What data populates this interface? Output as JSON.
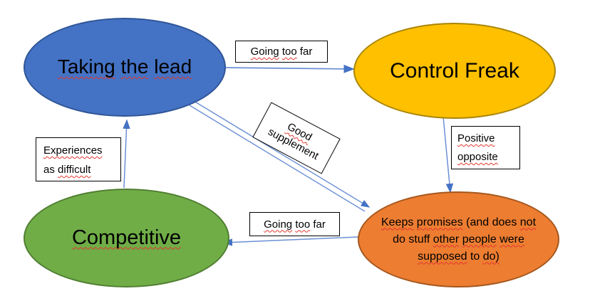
{
  "diagram": {
    "nodes": {
      "taking_lead": {
        "fill": "#4472C4",
        "border": "#2F5597",
        "segments": [
          {
            "text": "Taking",
            "sq": true
          },
          {
            "text": " "
          },
          {
            "text": "the",
            "sq": true
          },
          {
            "text": " "
          },
          {
            "text": "lead",
            "sq": true
          }
        ]
      },
      "control_freak": {
        "fill": "#FFC000",
        "border": "#A98607",
        "segments": [
          {
            "text": "Control Freak"
          }
        ]
      },
      "competitive": {
        "fill": "#70AD47",
        "border": "#507E32",
        "segments": [
          {
            "text": "Competitive",
            "sq": true
          }
        ]
      },
      "keeps_promises": {
        "fill": "#ED7D31",
        "border": "#A5571E",
        "line1": [
          {
            "text": "Keeps",
            "sq": true
          },
          {
            "text": " "
          },
          {
            "text": "promises",
            "sq": true
          },
          {
            "text": " (and does "
          },
          {
            "text": "not",
            "sq": true
          }
        ],
        "line2": [
          {
            "text": "do stuff "
          },
          {
            "text": "other",
            "sq": true
          },
          {
            "text": " "
          },
          {
            "text": "people",
            "sq": true
          },
          {
            "text": " "
          },
          {
            "text": "were",
            "sq": true
          }
        ],
        "line3": [
          {
            "text": "supposed",
            "sq": true
          },
          {
            "text": " to "
          },
          {
            "text": "do)",
            "sq": true
          }
        ]
      }
    },
    "edge_labels": {
      "going_too_far_top": [
        {
          "text": "Going",
          "sq": true
        },
        {
          "text": " "
        },
        {
          "text": "too",
          "sq": true
        },
        {
          "text": " far"
        }
      ],
      "good_supplement": {
        "line1": [
          {
            "text": "Good",
            "sq": true
          }
        ],
        "line2": [
          {
            "text": "supplement"
          }
        ]
      },
      "positive_opposite": {
        "line1": [
          {
            "text": "Positive",
            "sq": true
          }
        ],
        "line2": [
          {
            "text": "opposite",
            "sq": true
          }
        ]
      },
      "experiences_as_difficult": {
        "line1": [
          {
            "text": "Experiences",
            "sq": true
          }
        ],
        "line2": [
          {
            "text": "as "
          },
          {
            "text": "difficult",
            "sq": true
          }
        ]
      },
      "going_too_far_bottom": [
        {
          "text": "Going",
          "sq": true
        },
        {
          "text": " "
        },
        {
          "text": "too",
          "sq": true
        },
        {
          "text": " far"
        }
      ]
    },
    "colors": {
      "arrow_line": "#6B8FD4",
      "arrow_head": "#4472C4",
      "squiggle": "#E0362C",
      "node_text": "#000000",
      "label_border": "#000000",
      "background": "#FFFFFF"
    }
  }
}
